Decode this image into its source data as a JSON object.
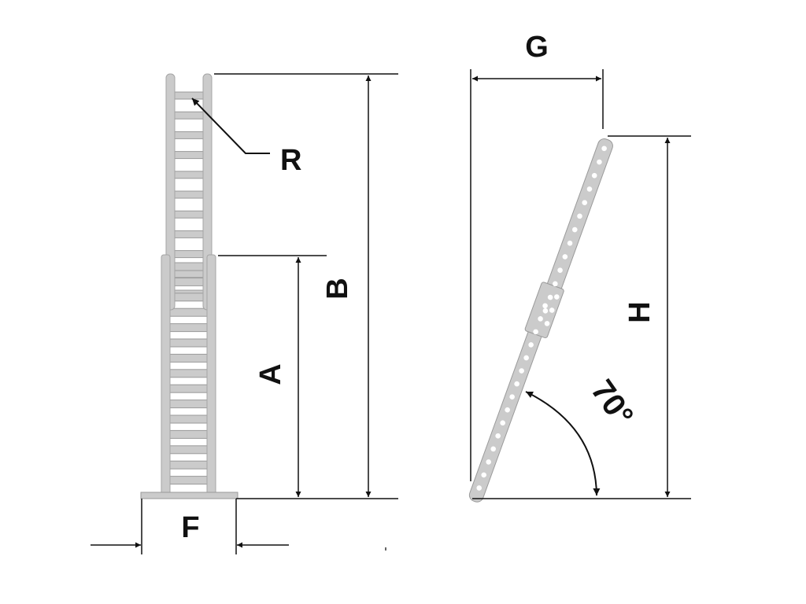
{
  "labels": {
    "a": "A",
    "b": "B",
    "f": "F",
    "g": "G",
    "h": "H",
    "r": "R",
    "angle": "70°"
  },
  "colors": {
    "ladder_fill": "#cbcbcb",
    "ladder_stroke": "#9a9a9a",
    "dimension_line": "#111111",
    "background": "#ffffff"
  },
  "angle_degrees": 70,
  "rung_counts": {
    "upper_section": 11,
    "lower_section": 15
  }
}
